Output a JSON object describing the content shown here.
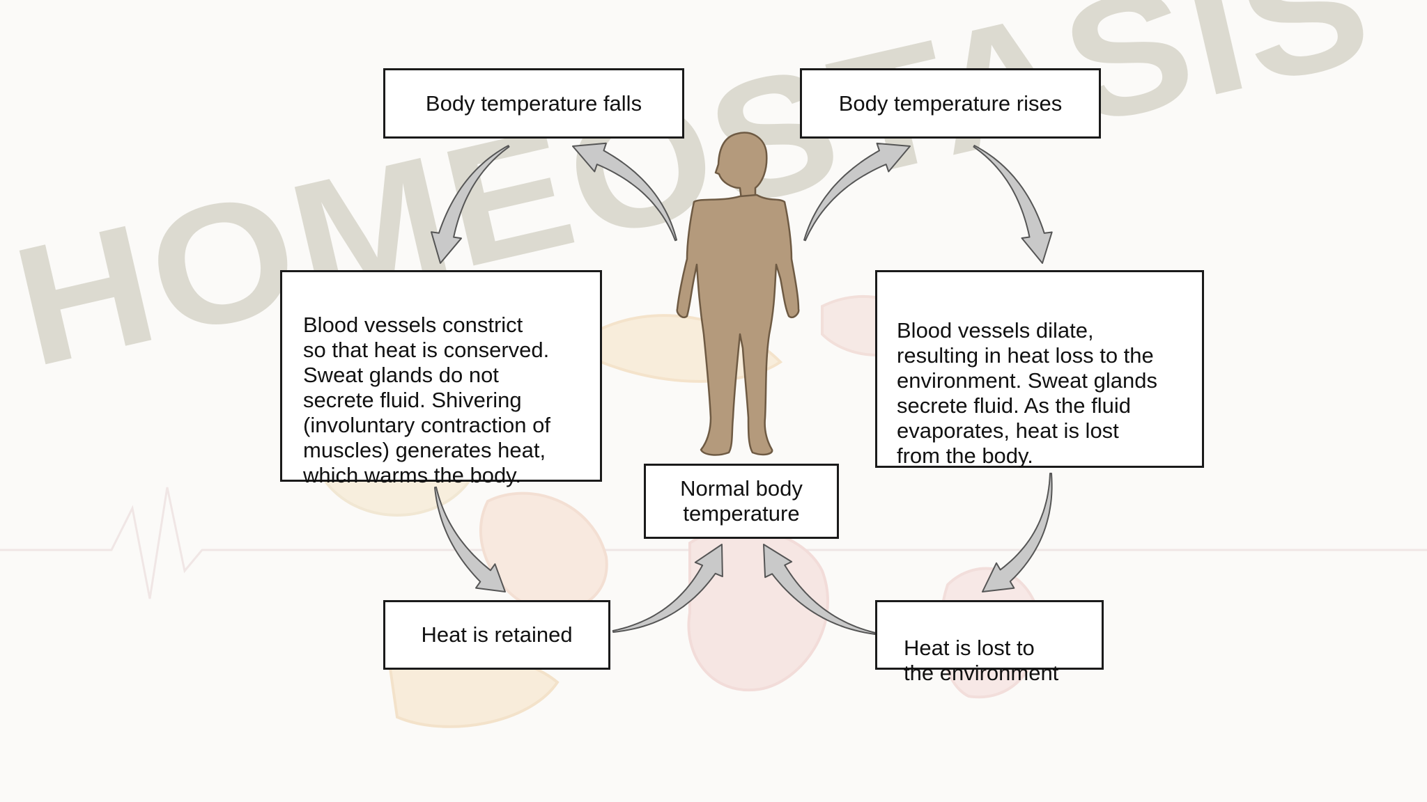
{
  "watermark": "HOMEOSTASIS",
  "boxes": {
    "temp_falls": "Body temperature falls",
    "temp_rises": "Body temperature rises",
    "constrict": "Blood vessels constrict\nso that heat is conserved.\nSweat glands do not\nsecrete fluid. Shivering\n(involuntary contraction of\nmuscles) generates heat,\nwhich warms the body.",
    "dilate": "Blood vessels dilate,\nresulting in heat loss to the\nenvironment. Sweat glands\nsecrete fluid. As the fluid\nevaporates, heat is lost\nfrom the body.",
    "normal": "Normal body\ntemperature",
    "retained": "Heat is retained",
    "lost": "Heat is lost to\nthe environment"
  },
  "colors": {
    "arrow_fill": "#c9c9c9",
    "arrow_stroke": "#555555",
    "human_fill": "#b49a7c",
    "human_stroke": "#6e5a43",
    "watermark": "#dcdad0"
  }
}
